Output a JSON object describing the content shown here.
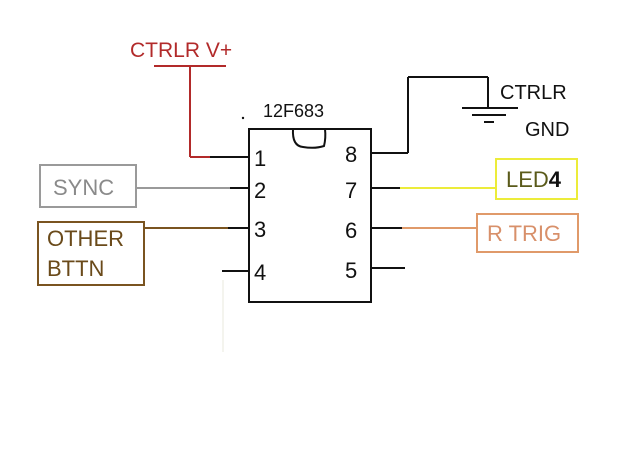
{
  "chip": {
    "name": "12F683",
    "pins": [
      {
        "number": "1",
        "net": "CTRLR V+"
      },
      {
        "number": "2",
        "net": "SYNC"
      },
      {
        "number": "3",
        "net": "OTHER BTTN"
      },
      {
        "number": "4",
        "net": ""
      },
      {
        "number": "5",
        "net": ""
      },
      {
        "number": "6",
        "net": "R TRIG"
      },
      {
        "number": "7",
        "net": "LED4"
      },
      {
        "number": "8",
        "net": "CTRLR GND"
      }
    ]
  },
  "labels": {
    "vplus": "CTRLR V+",
    "gnd_line1": "CTRLR",
    "gnd_line2": "GND",
    "sync": "SYNC",
    "other_line1": "OTHER",
    "other_line2": "BTTN",
    "led_prefix": "LED",
    "led_suffix": "4",
    "rtrig": "R TRIG"
  },
  "colors": {
    "vplus": "#b22a2a",
    "sync": "#9a9a9a",
    "other": "#7a5420",
    "led_border": "#ecec3a",
    "led_text": "#5a5a1a",
    "rtrig": "#e09a6a",
    "black": "#111111"
  }
}
